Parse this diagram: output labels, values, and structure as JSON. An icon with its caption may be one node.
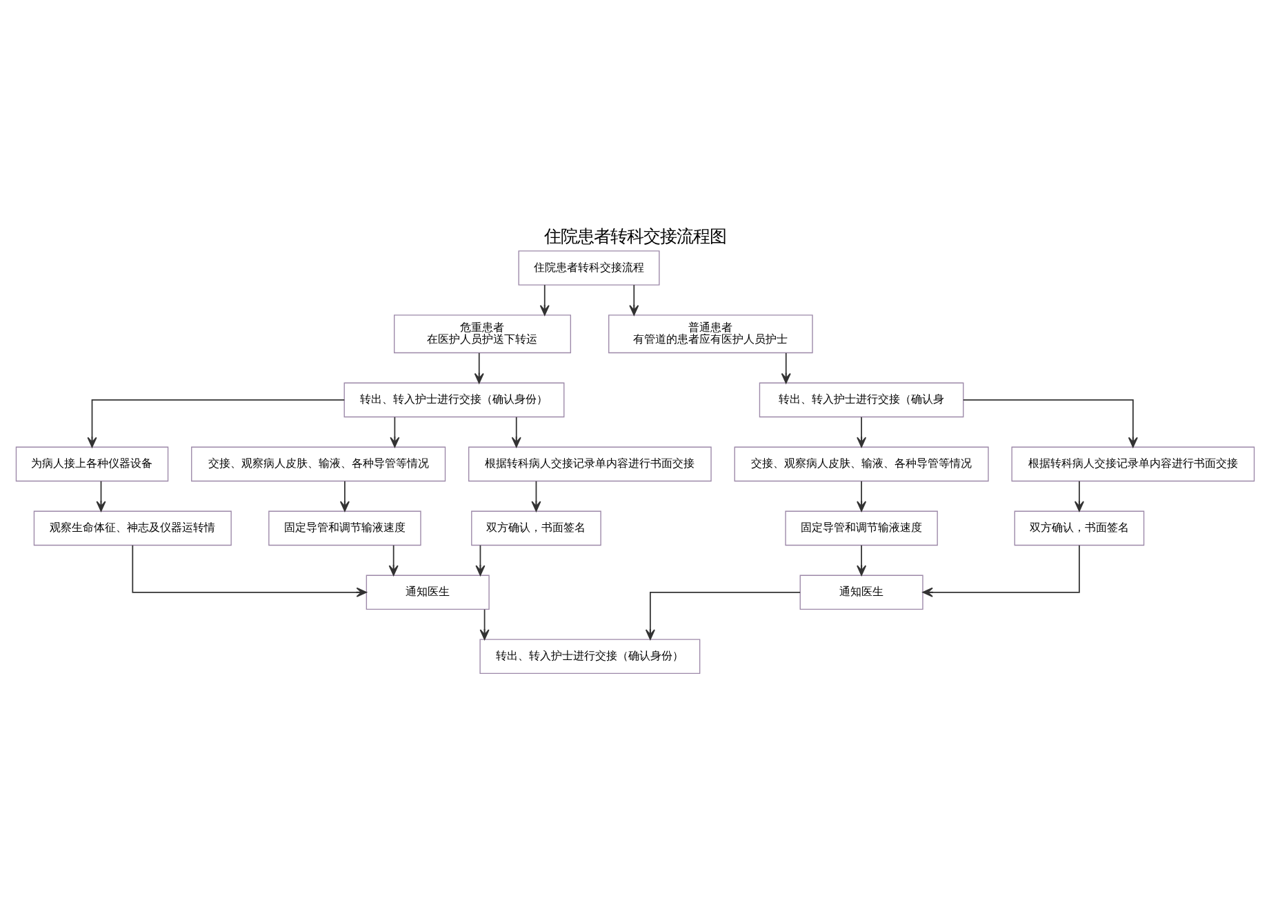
{
  "diagram": {
    "title": "住院患者转科交接流程图",
    "nodes": [
      {
        "text": [
          "住院患者转科交接流程"
        ]
      },
      {
        "text": [
          "危重患者",
          "在医护人员护送下转运"
        ]
      },
      {
        "text": [
          "普通患者",
          "有管道的患者应有医护人员护士"
        ]
      },
      {
        "text": [
          "转出、转入护士进行交接（确认身份）"
        ]
      },
      {
        "text": [
          "转出、转入护士进行交接（确认身"
        ]
      },
      {
        "text": [
          "为病人接上各种仪器设备"
        ]
      },
      {
        "text": [
          "交接、观察病人皮肤、输液、各种导管等情况"
        ]
      },
      {
        "text": [
          "根据转科病人交接记录单内容进行书面交接"
        ]
      },
      {
        "text": [
          "观察生命体征、神志及仪器运转情"
        ]
      },
      {
        "text": [
          "固定导管和调节输液速度"
        ]
      },
      {
        "text": [
          "双方确认，书面签名"
        ]
      },
      {
        "text": [
          "交接、观察病人皮肤、输液、各种导管等情况"
        ]
      },
      {
        "text": [
          "根据转科病人交接记录单内容进行书面交接"
        ]
      },
      {
        "text": [
          "固定导管和调节输液速度"
        ]
      },
      {
        "text": [
          "双方确认，书面签名"
        ]
      },
      {
        "text": [
          "通知医生"
        ]
      },
      {
        "text": [
          "通知医生"
        ]
      },
      {
        "text": [
          "转出、转入护士进行交接（确认身份）"
        ]
      }
    ],
    "edges": [
      {
        "from": 0,
        "to": 1,
        "arrow": "to"
      },
      {
        "from": 0,
        "to": 2,
        "arrow": "to"
      },
      {
        "from": 1,
        "to": 3,
        "arrow": "to"
      },
      {
        "from": 2,
        "to": 4,
        "arrow": "to"
      },
      {
        "from": 3,
        "to": 5,
        "arrow": "to"
      },
      {
        "from": 3,
        "to": 6,
        "arrow": "to"
      },
      {
        "from": 3,
        "to": 7,
        "arrow": "to"
      },
      {
        "from": 4,
        "to": 11,
        "arrow": "to"
      },
      {
        "from": 4,
        "to": 12,
        "arrow": "to"
      },
      {
        "from": 5,
        "to": 8,
        "arrow": "to"
      },
      {
        "from": 6,
        "to": 9,
        "arrow": "to"
      },
      {
        "from": 7,
        "to": 10,
        "arrow": "to"
      },
      {
        "from": 11,
        "to": 13,
        "arrow": "to"
      },
      {
        "from": 12,
        "to": 14,
        "arrow": "to"
      },
      {
        "from": 8,
        "to": 15,
        "arrow": "to"
      },
      {
        "from": 9,
        "to": 15,
        "arrow": "to"
      },
      {
        "from": 10,
        "to": 15,
        "arrow": "to"
      },
      {
        "from": 13,
        "to": 16,
        "arrow": "to"
      },
      {
        "from": 14,
        "to": 16,
        "arrow": "to"
      },
      {
        "from": 15,
        "to": 17,
        "arrow": "to"
      },
      {
        "from": 16,
        "to": 17,
        "arrow": "to"
      }
    ]
  }
}
